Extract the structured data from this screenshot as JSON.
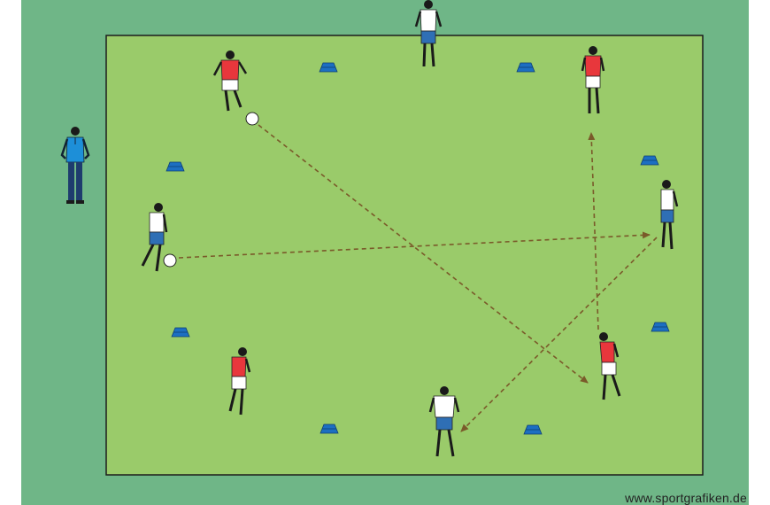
{
  "credit": "www.sportgrafiken.de",
  "colors": {
    "background": "#FFFFFF",
    "outer_grass": "#6FB687",
    "field": "#9ACB6A",
    "field_border": "#1C1C1C",
    "cone": "#1C6FC2",
    "arrow": "#7A5A2A",
    "red_shirt": "#E8373C",
    "white_shirt": "#FFFFFF",
    "blue_shorts": "#2F6FB5",
    "coach_shirt": "#1D8FD8",
    "coach_pants": "#1E3C6E"
  },
  "players": [
    {
      "name": "red-player-top-left",
      "team": "red"
    },
    {
      "name": "white-player-top-center",
      "team": "white"
    },
    {
      "name": "red-player-top-right",
      "team": "red"
    },
    {
      "name": "white-player-left-with-ball",
      "team": "white"
    },
    {
      "name": "white-player-right",
      "team": "white"
    },
    {
      "name": "red-player-bottom-left",
      "team": "red"
    },
    {
      "name": "white-player-bottom-center",
      "team": "white"
    },
    {
      "name": "red-player-bottom-right",
      "team": "red"
    }
  ],
  "coach": {
    "name": "coach",
    "role": "coach"
  },
  "cones": 8,
  "balls": 2,
  "passes": [
    {
      "from": "red-player-top-left",
      "to": "red-player-bottom-right"
    },
    {
      "from": "white-player-left-with-ball",
      "to": "white-player-right"
    },
    {
      "from": "white-player-right",
      "to": "white-player-bottom-center"
    },
    {
      "from": "red-player-bottom-right",
      "to": "red-player-top-right"
    }
  ]
}
